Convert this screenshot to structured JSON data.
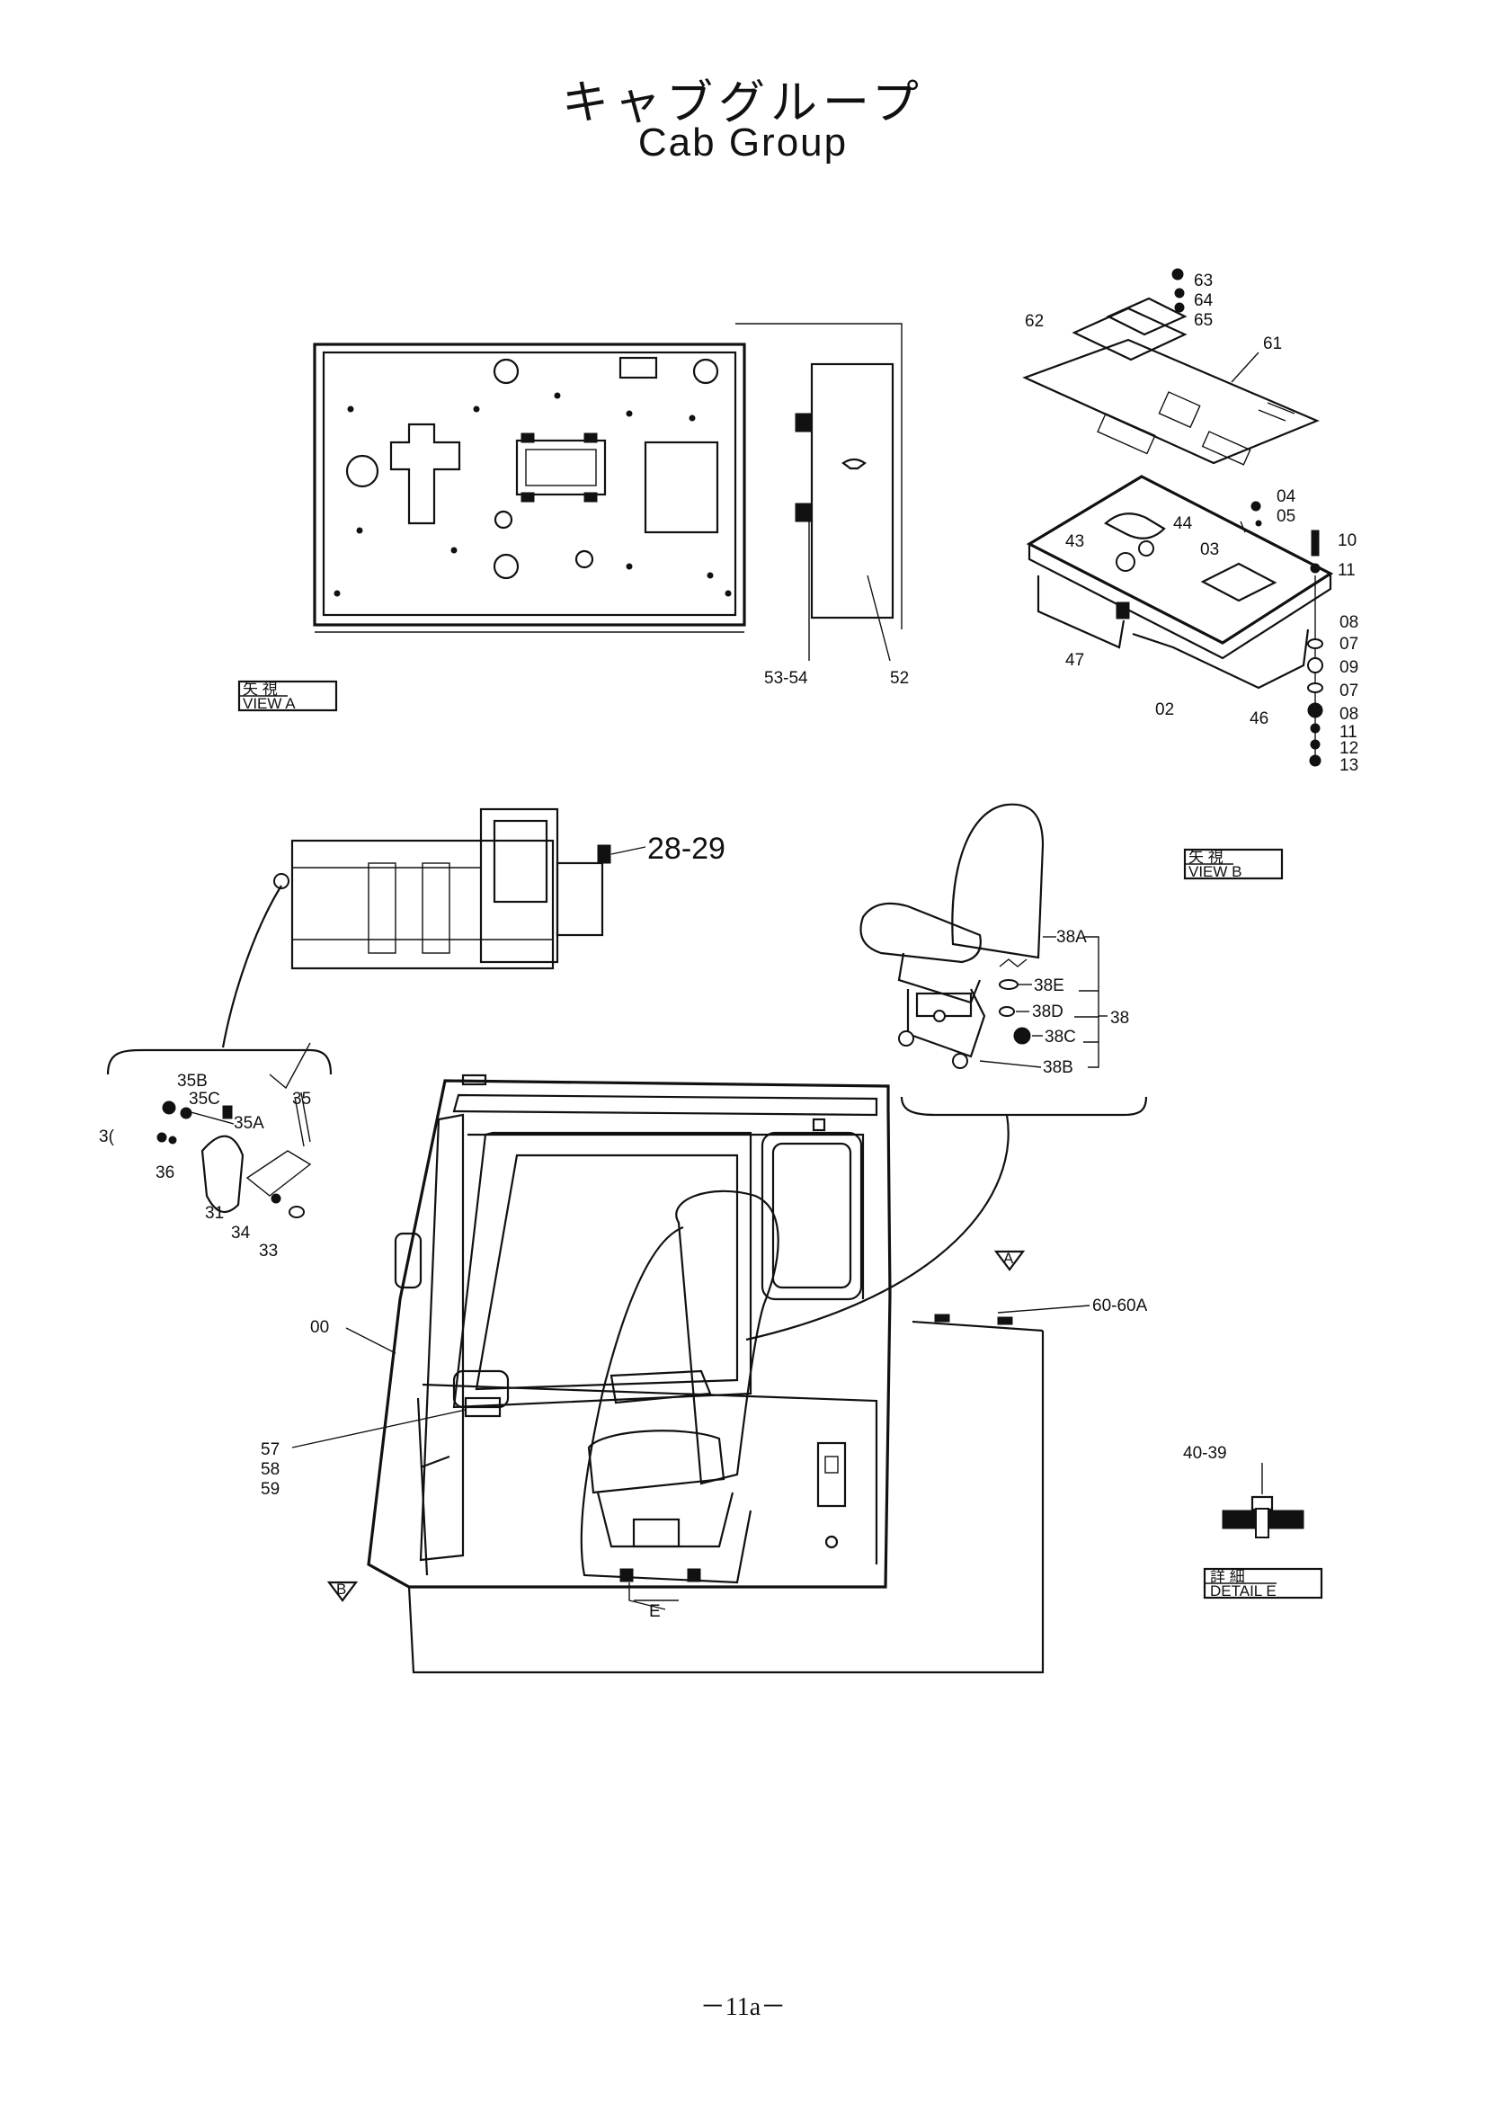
{
  "title_jp": "キャブグループ",
  "title_en": "Cab Group",
  "page_number": "－11a－",
  "view_a": {
    "label_jp": "矢 視",
    "label_en": "VIEW A"
  },
  "view_b": {
    "label_jp": "矢 視",
    "label_en": "VIEW B"
  },
  "detail_e": {
    "label_jp": "詳 細",
    "label_en": "DETAIL E"
  },
  "callouts": {
    "p53_54": "53-54",
    "p52": "52",
    "p63": "63",
    "p64": "64",
    "p65": "65",
    "p62": "62",
    "p61": "61",
    "p04": "04",
    "p05": "05",
    "p44": "44",
    "p43": "43",
    "p03": "03",
    "p10": "10",
    "p11a": "11",
    "p08a": "08",
    "p07a": "07",
    "p09": "09",
    "p07b": "07",
    "p08b": "08",
    "p11b": "11",
    "p12": "12",
    "p13": "13",
    "p47": "47",
    "p02": "02",
    "p46": "46",
    "p28_29": "28-29",
    "p38a": "38A",
    "p38e": "38E",
    "p38d": "38D",
    "p38": "38",
    "p38c": "38C",
    "p38b": "38B",
    "p35b": "35B",
    "p35c": "35C",
    "p35": "35",
    "p35a": "35A",
    "p30": "3(",
    "p36": "36",
    "p31": "31",
    "p34": "34",
    "p33": "33",
    "p00": "00",
    "p57": "57",
    "p58": "58",
    "p59": "59",
    "p60": "60-60A",
    "p40_39": "40-39",
    "arrow_a": "A",
    "arrow_b": "B",
    "detail_mark": "E"
  }
}
